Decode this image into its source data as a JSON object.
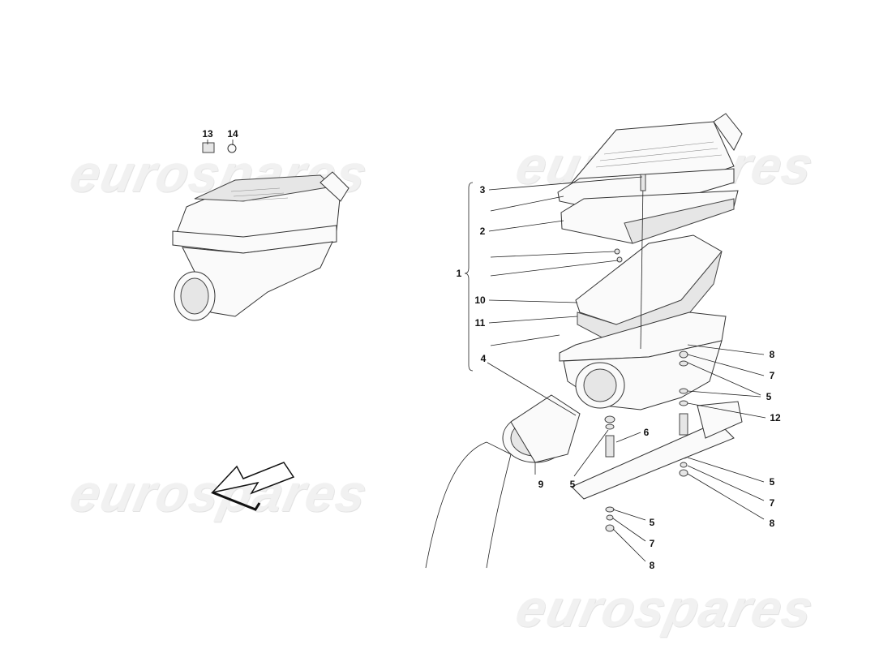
{
  "watermark": "eurospares",
  "callouts": {
    "c13": "13",
    "c14": "14",
    "c1": "1",
    "c2": "2",
    "c3": "3",
    "c4": "4",
    "c10": "10",
    "c11": "11",
    "c8a": "8",
    "c7a": "7",
    "c5a": "5",
    "c12": "12",
    "c6": "6",
    "c9": "9",
    "c5b": "5",
    "c5c": "5",
    "c7c": "7",
    "c8c": "8",
    "c5d": "5",
    "c7d": "7",
    "c8d": "8"
  },
  "direction_arrow": "front-direction-arrow"
}
